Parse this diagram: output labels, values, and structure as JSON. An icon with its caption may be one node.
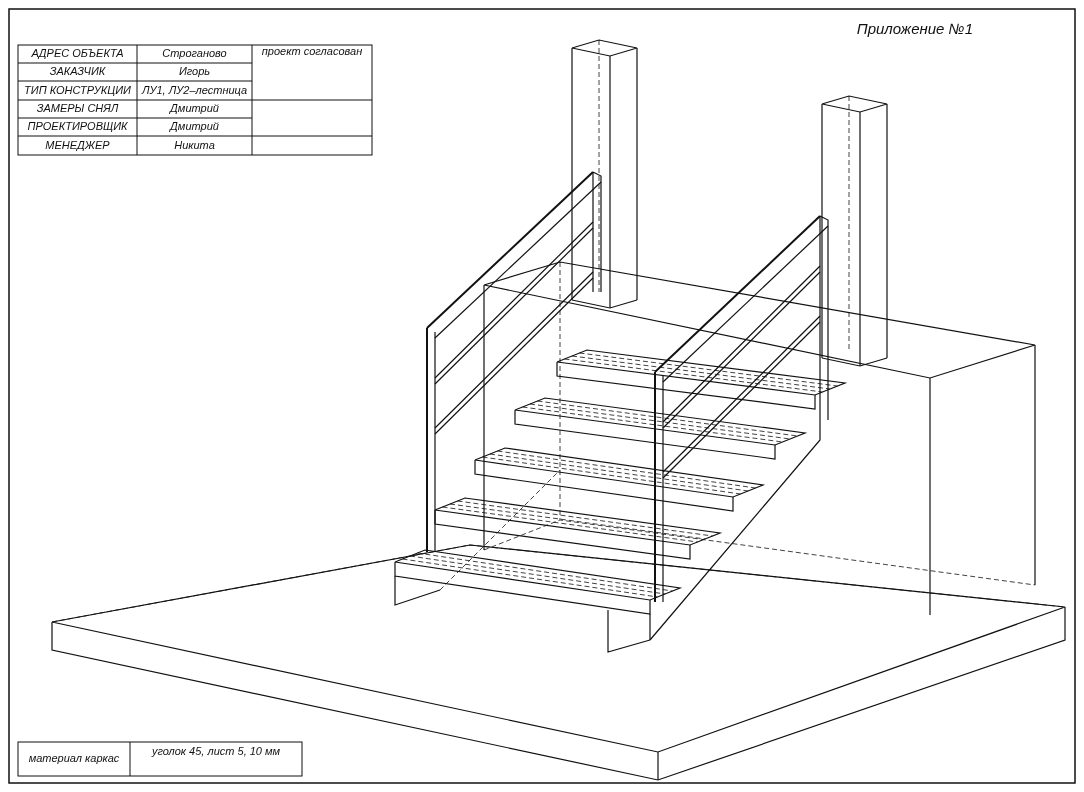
{
  "diagram": {
    "labels": [
      "АДРЕС ОБЪЕКТА",
      "Строганово",
      "проект согласован",
      "ЗАКАЗЧИК",
      "Игорь",
      "ТИП КОНСТРУКЦИИ",
      "ЛУ1, ЛУ2–лестница",
      "ЗАМЕРЫ СНЯЛ",
      "Дмитрий",
      "ПРОЕКТИРОВЩИК",
      "Дмитрий",
      "МЕНЕДЖЕР",
      "Никита",
      "Приложение №1",
      "материал каркас",
      "уголок 45, лист 5, 10 мм"
    ]
  }
}
